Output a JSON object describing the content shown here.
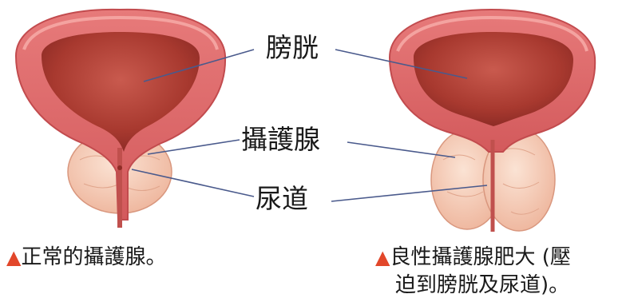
{
  "labels": {
    "bladder": "膀胱",
    "prostate": "攝護腺",
    "urethra": "尿道"
  },
  "captions": {
    "marker": "▲",
    "normal": "正常的攝護腺。",
    "enlarged_line1": "良性攝護腺肥大 (壓",
    "enlarged_line2": "迫到膀胱及尿道)。"
  },
  "colors": {
    "bladder_wall": "#d95f62",
    "bladder_inner": "#b5453f",
    "prostate": "#f2c2ab",
    "marker": "#e2472a",
    "leader_line": "#4a5a8c"
  }
}
